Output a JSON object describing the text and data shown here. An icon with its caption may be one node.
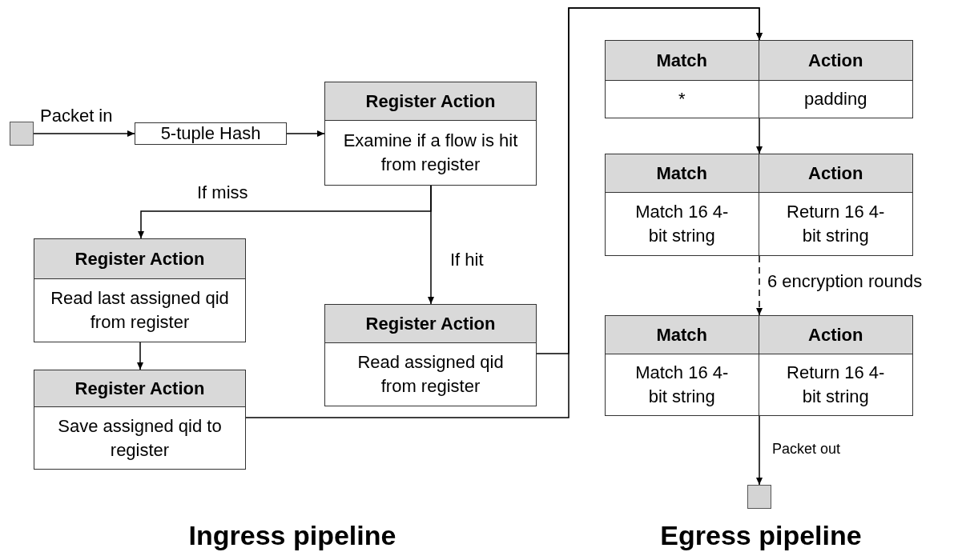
{
  "diagram": {
    "nodes": [
      {
        "text": [],
        "shape": "box"
      },
      {
        "text": [
          "5-tuple Hash"
        ]
      },
      {
        "text": [
          "Register Action",
          "Examine if a flow is hit from register"
        ]
      },
      {
        "text": [
          "Register Action",
          "Read last assigned qid from register"
        ]
      },
      {
        "text": [
          "Register Action",
          "Save assigned qid to register"
        ]
      },
      {
        "text": [
          "Register Action",
          "Read assigned qid from register"
        ]
      },
      {
        "text": [
          "Match",
          "Action",
          "*",
          "padding"
        ]
      },
      {
        "text": [
          "Match",
          "Action",
          "Match 16 4-bit string",
          "Return 16 4-bit string"
        ]
      },
      {
        "text": [
          "Match",
          "Action",
          "Match 16 4-bit string",
          "Return 16 4-bit string"
        ]
      },
      {
        "text": [],
        "shape": "box"
      }
    ],
    "edges": [
      {
        "from": 0,
        "to": 1,
        "arrow": "to",
        "label": "Packet in"
      },
      {
        "from": 1,
        "to": 2,
        "arrow": "to"
      },
      {
        "from": 2,
        "to": 3,
        "arrow": "to",
        "label": "If miss"
      },
      {
        "from": 2,
        "to": 5,
        "arrow": "to",
        "label": "If hit"
      },
      {
        "from": 3,
        "to": 4,
        "arrow": "to"
      },
      {
        "from": 4,
        "to": 6,
        "arrow": "to"
      },
      {
        "from": 5,
        "to": 6,
        "arrow": "to"
      },
      {
        "from": 6,
        "to": 7,
        "arrow": "to"
      },
      {
        "from": 7,
        "to": 8,
        "arrow": "to",
        "style": "dashed",
        "label": "6 encryption rounds"
      },
      {
        "from": 8,
        "to": 9,
        "arrow": "to",
        "label": "Packet out"
      }
    ],
    "labels": [
      "Ingress pipeline",
      "Egress pipeline"
    ]
  }
}
